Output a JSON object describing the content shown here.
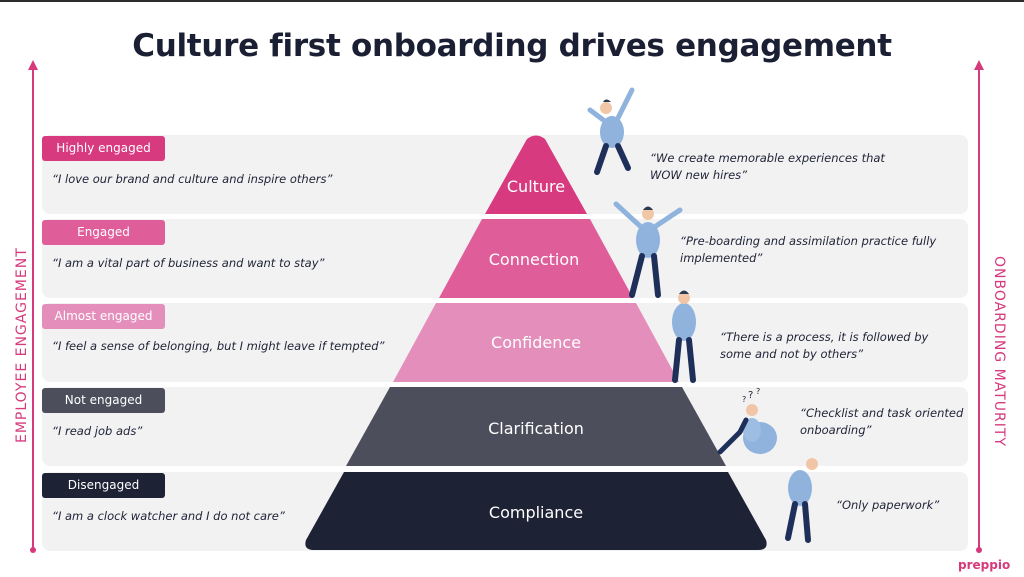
{
  "title": "Culture first onboarding drives engagement",
  "axes": {
    "left": "EMPLOYEE ENGAGEMENT",
    "right": "ONBOARDING MATURITY"
  },
  "logo": "preppio",
  "colors": {
    "tier_culture": "#d83a80",
    "tier_connection": "#df5e99",
    "tier_confidence": "#e48fbb",
    "tier_clarification": "#4d4e5c",
    "tier_compliance": "#1e2235",
    "accent": "#d63a7d"
  },
  "tiers": [
    {
      "name": "Culture",
      "badge": "Highly engaged",
      "left_quote": "“I love our brand and culture and inspire others”",
      "right_quote": "“We create memorable experiences that WOW new hires”",
      "figure_icon": "jumping-person-icon"
    },
    {
      "name": "Connection",
      "badge": "Engaged",
      "left_quote": "“I am a vital part of business and want to stay”",
      "right_quote": "“Pre-boarding and assimilation practice fully implemented”",
      "figure_icon": "cheering-person-icon"
    },
    {
      "name": "Confidence",
      "badge": "Almost engaged",
      "left_quote": "“I feel a sense of belonging, but I might leave if tempted”",
      "right_quote": "“There is a process, it is followed by some and not by others”",
      "figure_icon": "standing-person-icon"
    },
    {
      "name": "Clarification",
      "badge": "Not engaged",
      "left_quote": "“I read job ads”",
      "right_quote": "“Checklist and task oriented onboarding”",
      "figure_icon": "confused-person-icon"
    },
    {
      "name": "Compliance",
      "badge": "Disengaged",
      "left_quote": "“I am a clock watcher and I do not care”",
      "right_quote": "“Only paperwork”",
      "figure_icon": "sad-person-icon"
    }
  ]
}
